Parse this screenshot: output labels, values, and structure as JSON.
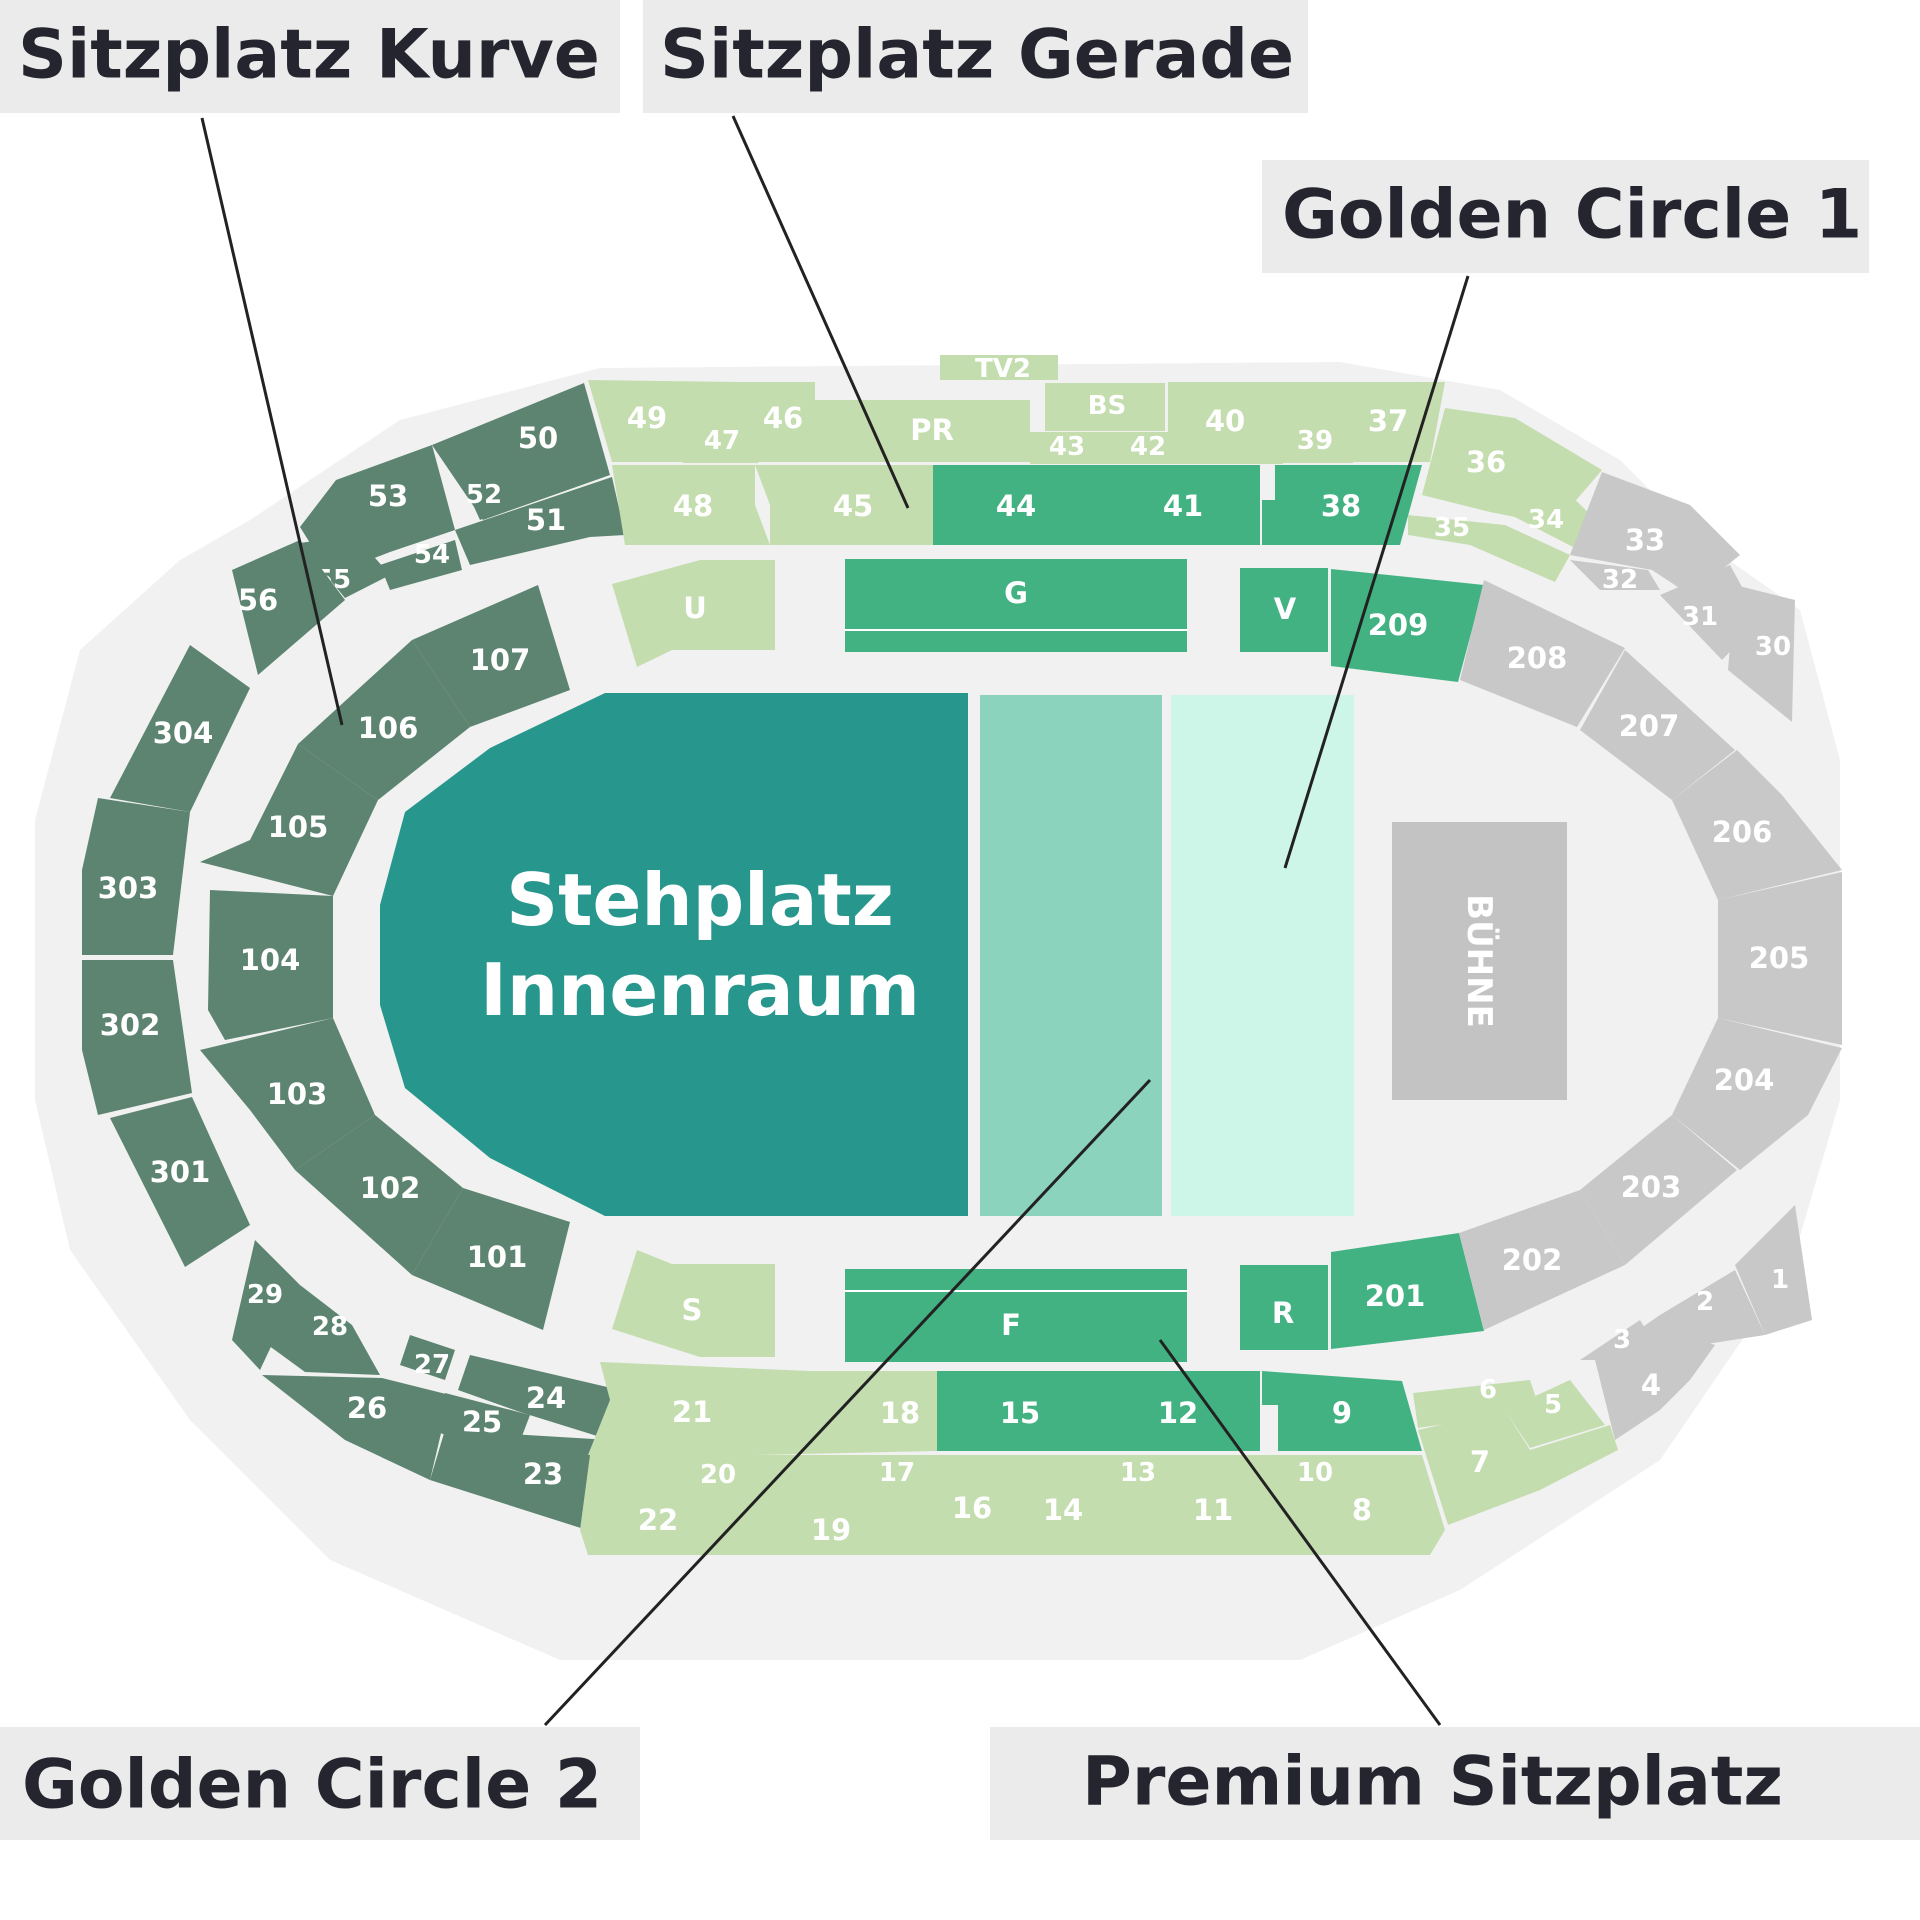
{
  "colors": {
    "venue_background": "#f1f1f1",
    "dark_green": "#5c8470",
    "light_green": "#c4ddaf",
    "mid_green": "#43b283",
    "teal": "#27968c",
    "golden_circle_2": "#8cd3bd",
    "golden_circle_1": "#cdf6e8",
    "grey": "#c8c8c8",
    "stage": "#c3c3c3",
    "callout_box": "#ebebeb",
    "callout_text": "#24252f"
  },
  "callouts": {
    "sitzplatz_kurve": "Sitzplatz Kurve",
    "sitzplatz_gerade": "Sitzplatz Gerade",
    "golden_circle_1": "Golden Circle 1",
    "golden_circle_2": "Golden Circle 2",
    "premium_sitzplatz": "Premium Sitzplatz"
  },
  "floor": {
    "stehplatz_line1": "Stehplatz",
    "stehplatz_line2": "Innenraum",
    "stage": "BÜHNE"
  },
  "sections": {
    "s30": "30",
    "s31": "31",
    "s32": "32",
    "s33": "33",
    "s34": "34",
    "s35": "35",
    "s36": "36",
    "s37": "37",
    "s38": "38",
    "s39": "39",
    "s40": "40",
    "s41": "41",
    "s42": "42",
    "s43": "43",
    "s44": "44",
    "s45": "45",
    "s46": "46",
    "s47": "47",
    "s48": "48",
    "s49": "49",
    "s50": "50",
    "s51": "51",
    "s52": "52",
    "s53": "53",
    "s54": "54",
    "s55": "55",
    "s56": "56",
    "s1": "1",
    "s2": "2",
    "s3": "3",
    "s4": "4",
    "s5": "5",
    "s6": "6",
    "s7": "7",
    "s8": "8",
    "s9": "9",
    "s10": "10",
    "s11": "11",
    "s12": "12",
    "s13": "13",
    "s14": "14",
    "s15": "15",
    "s16": "16",
    "s17": "17",
    "s18": "18",
    "s19": "19",
    "s20": "20",
    "s21": "21",
    "s22": "22",
    "s23": "23",
    "s24": "24",
    "s25": "25",
    "s26": "26",
    "s27": "27",
    "s28": "28",
    "s29": "29",
    "s101": "101",
    "s102": "102",
    "s103": "103",
    "s104": "104",
    "s105": "105",
    "s106": "106",
    "s107": "107",
    "s201": "201",
    "s202": "202",
    "s203": "203",
    "s204": "204",
    "s205": "205",
    "s206": "206",
    "s207": "207",
    "s208": "208",
    "s209": "209",
    "s301": "301",
    "s302": "302",
    "s303": "303",
    "s304": "304",
    "tv2": "TV2",
    "bs": "BS",
    "pr": "PR",
    "g": "G",
    "f": "F",
    "u": "U",
    "s": "S",
    "v": "V",
    "r": "R"
  }
}
